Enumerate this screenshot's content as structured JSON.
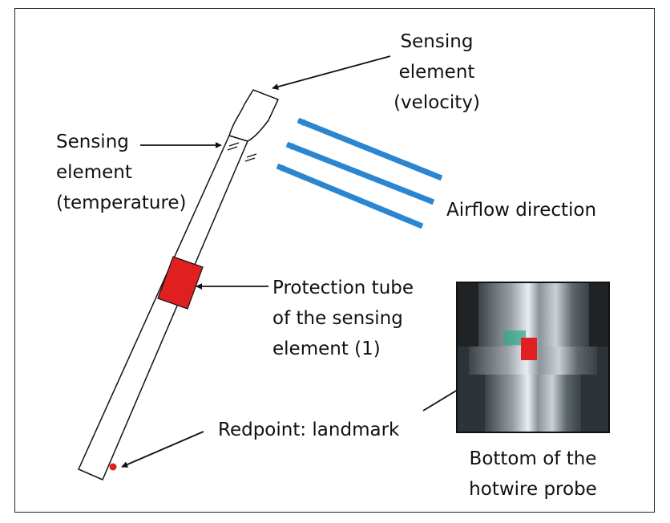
{
  "labels": {
    "velocity": [
      "Sensing",
      "element",
      "(velocity)"
    ],
    "temperature": [
      "Sensing",
      "element",
      "(temperature)"
    ],
    "airflow": "Airflow direction",
    "protection": [
      "Protection tube",
      "of the sensing",
      "element (1)"
    ],
    "redpoint": "Redpoint: landmark",
    "bottom": [
      "Bottom of the",
      "hotwire probe"
    ]
  },
  "colors": {
    "protection_tube": "#e02020",
    "redpoint": "#e02020",
    "airflow_arrow": "#2a86d0",
    "pointer_arrow": "#111111"
  }
}
